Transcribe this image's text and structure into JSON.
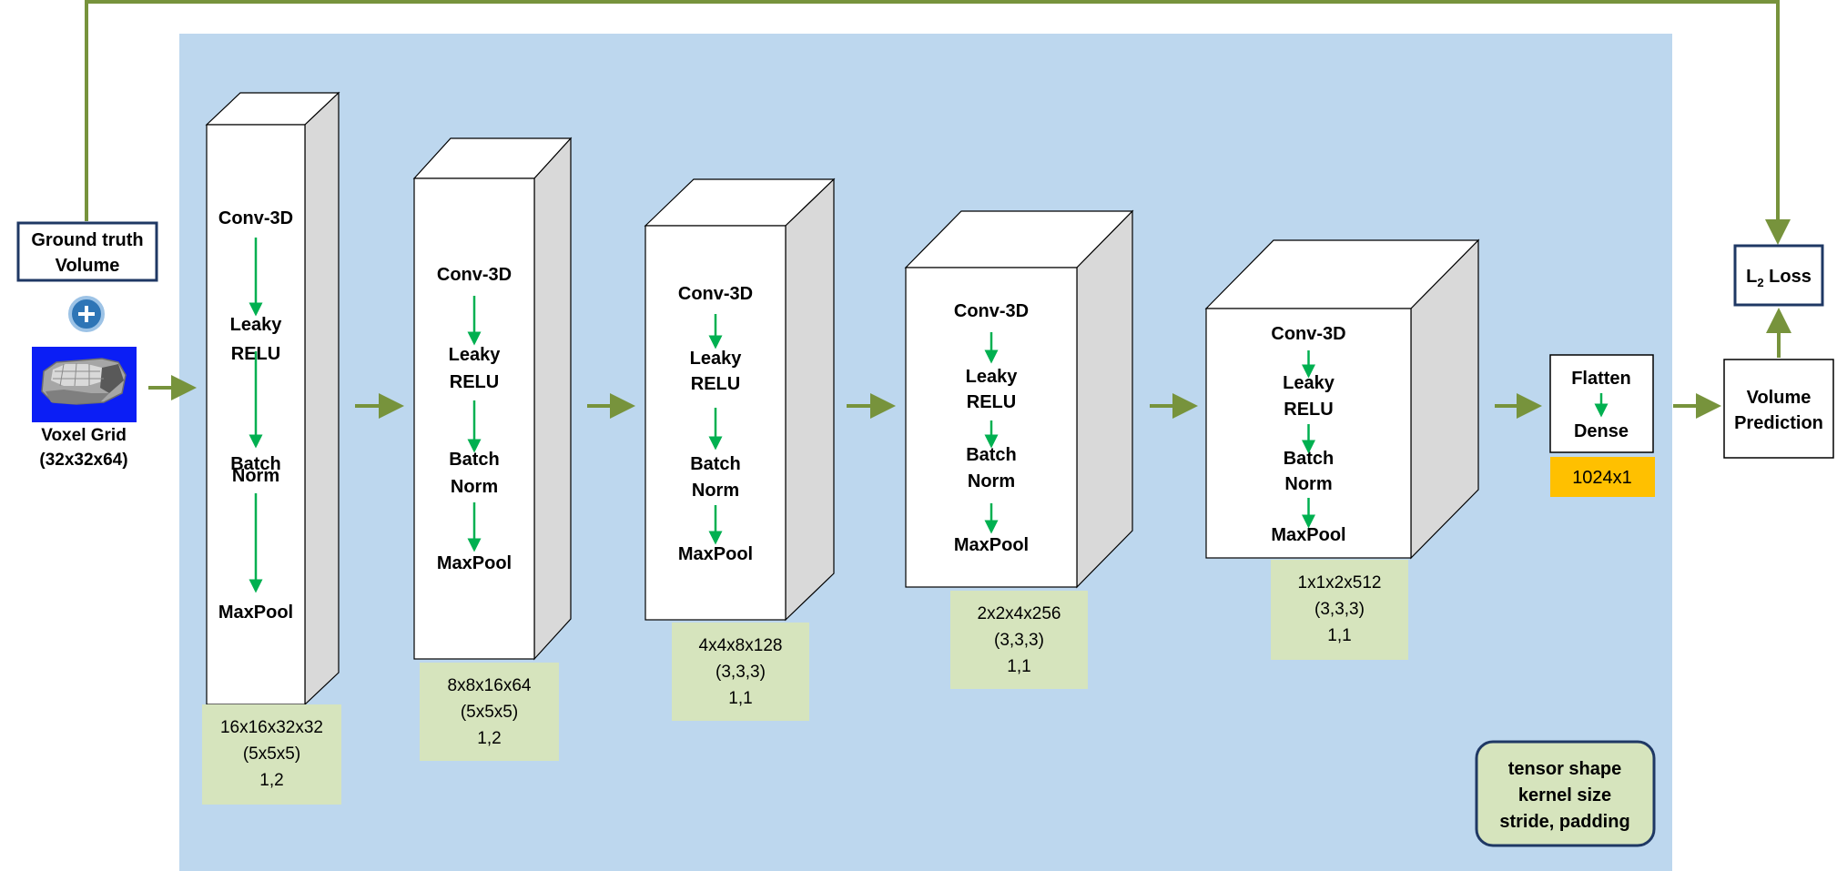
{
  "ground_truth": {
    "line1": "Ground truth",
    "line2": "Volume"
  },
  "voxel_grid": {
    "label": "Voxel Grid",
    "shape": "(32x32x64)"
  },
  "layers": [
    {
      "op1": "Conv-3D",
      "op2a": "Leaky",
      "op2b": "RELU",
      "op3a": "Batch",
      "op3b": "Norm",
      "op4": "MaxPool",
      "info": [
        "16x16x32x32",
        "(5x5x5)",
        "1,2"
      ]
    },
    {
      "op1": "Conv-3D",
      "op2a": "Leaky",
      "op2b": "RELU",
      "op3a": "Batch",
      "op3b": "Norm",
      "op4": "MaxPool",
      "info": [
        "8x8x16x64",
        "(5x5x5)",
        "1,2"
      ]
    },
    {
      "op1": "Conv-3D",
      "op2a": "Leaky",
      "op2b": "RELU",
      "op3a": "Batch",
      "op3b": "Norm",
      "op4": "MaxPool",
      "info": [
        "4x4x8x128",
        "(3,3,3)",
        "1,1"
      ]
    },
    {
      "op1": "Conv-3D",
      "op2a": "Leaky",
      "op2b": "RELU",
      "op3a": "Batch",
      "op3b": "Norm",
      "op4": "MaxPool",
      "info": [
        "2x2x4x256",
        "(3,3,3)",
        "1,1"
      ]
    },
    {
      "op1": "Conv-3D",
      "op2a": "Leaky",
      "op2b": "RELU",
      "op3a": "Batch",
      "op3b": "Norm",
      "op4": "MaxPool",
      "info": [
        "1x1x2x512",
        "(3,3,3)",
        "1,1"
      ]
    }
  ],
  "flatten": {
    "op1": "Flatten",
    "op2": "Dense",
    "shape": "1024x1"
  },
  "prediction": {
    "line1": "Volume",
    "line2": "Prediction"
  },
  "loss": {
    "letter": "L",
    "subscript": "2",
    "word": "Loss"
  },
  "legend": {
    "line1": "tensor shape",
    "line2": "kernel size",
    "line3": "stride, padding"
  },
  "colors": {
    "background_panel": "#bdd7ee",
    "info_box": "#d6e4bd",
    "shape_box": "#ffc000",
    "olive_arrow": "#77933c",
    "green_arrow": "#00b050",
    "navy_border": "#1f3864",
    "plus_button": "#2e75b6"
  }
}
